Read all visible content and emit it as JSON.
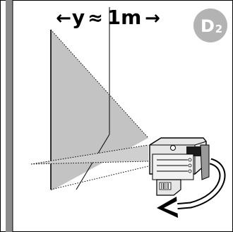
{
  "distance_label": {
    "arrow_left": "←",
    "prefix": "y",
    "approx": "≈",
    "value": "1m",
    "arrow_right": "→"
  },
  "step_badge": {
    "letter": "D",
    "number": "2"
  },
  "colors": {
    "ink": "#000000",
    "wall_gray": "#8c8c8c",
    "laser_plane_fill": "#bdbdbd",
    "floor_fan_fill": "#cfcfcf",
    "badge_fill": "#b3b3b3",
    "badge_text": "#ffffff",
    "device_body": "#e6e6e6",
    "device_shadow": "#9a9a9a"
  },
  "icons": [
    "double-arrow-icon",
    "rotation-arrow-icon",
    "laser-level-device-icon"
  ]
}
